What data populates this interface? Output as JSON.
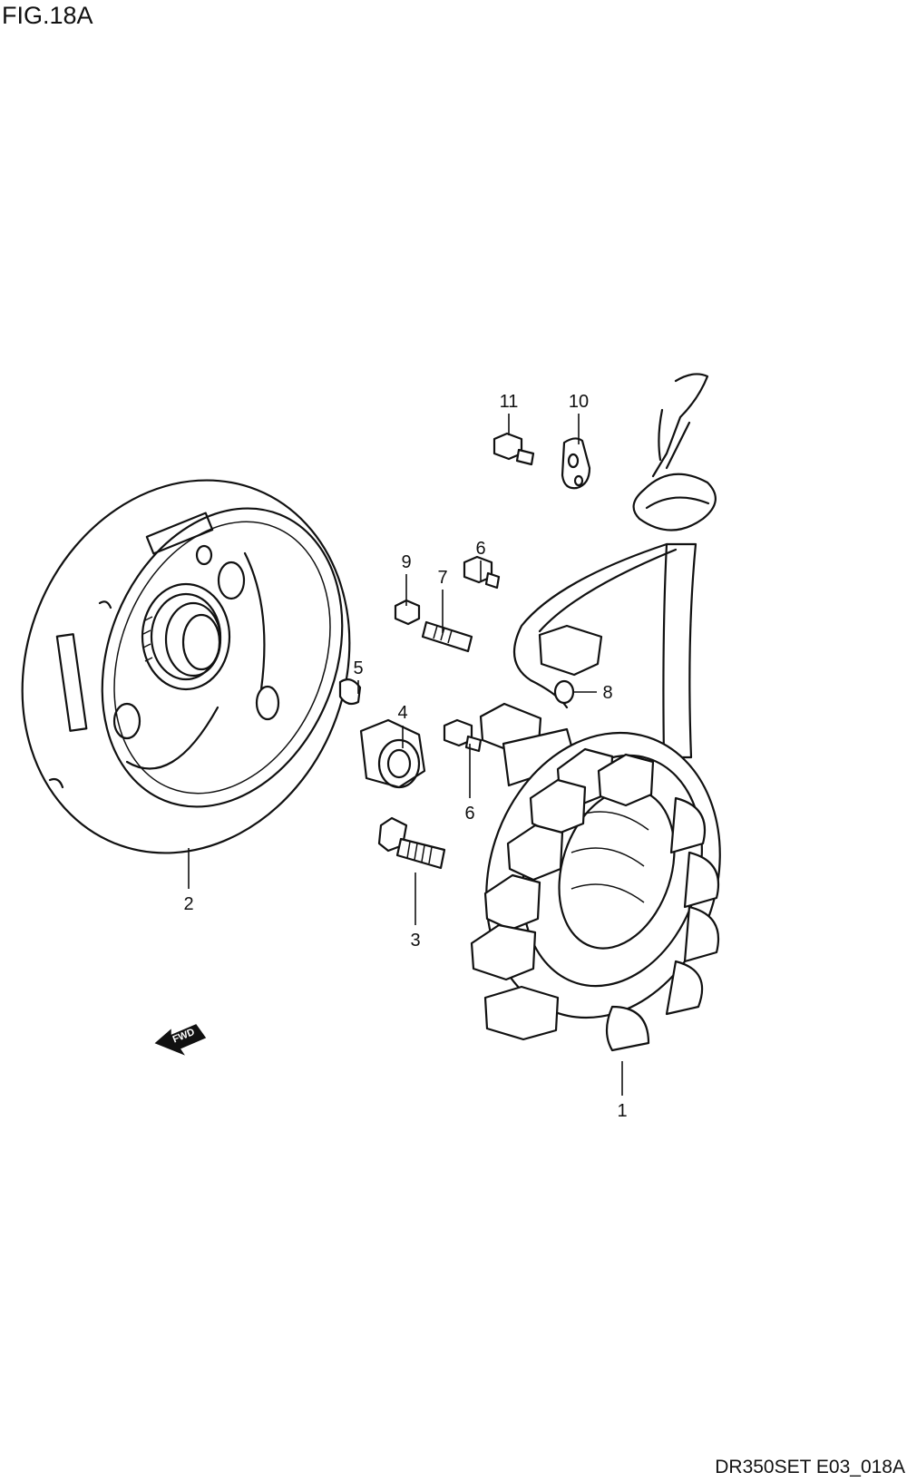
{
  "figure_title": "FIG.18A",
  "drawing_code": "DR350SET E03_018A",
  "direction_label": "FWD",
  "callouts": [
    {
      "id": "1",
      "label": "1"
    },
    {
      "id": "2",
      "label": "2"
    },
    {
      "id": "3",
      "label": "3"
    },
    {
      "id": "4",
      "label": "4"
    },
    {
      "id": "5",
      "label": "5"
    },
    {
      "id": "6a",
      "label": "6"
    },
    {
      "id": "6b",
      "label": "6"
    },
    {
      "id": "7",
      "label": "7"
    },
    {
      "id": "8",
      "label": "8"
    },
    {
      "id": "9",
      "label": "9"
    },
    {
      "id": "10",
      "label": "10"
    },
    {
      "id": "11",
      "label": "11"
    }
  ]
}
